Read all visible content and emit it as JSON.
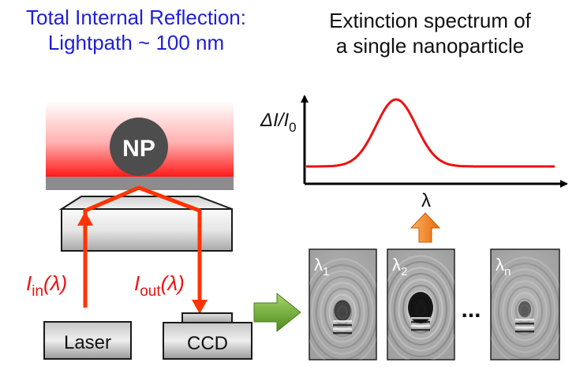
{
  "titles": {
    "left_line1": "Total Internal Reflection:",
    "left_line2": "Lightpath ~ 100 nm",
    "right_line1": "Extinction spectrum of",
    "right_line2": "a single nanoparticle"
  },
  "setup": {
    "particle": "NP",
    "laser": "Laser",
    "detector": "CCD",
    "i_in": {
      "base": "I",
      "sub": "in",
      "arg": "(λ)"
    },
    "i_out": {
      "base": "I",
      "sub": "out",
      "arg": "(λ)"
    }
  },
  "spectrum": {
    "y_label": {
      "main": "ΔI/I",
      "sub": "0"
    },
    "x_label": "λ"
  },
  "frames": [
    {
      "label": "λ",
      "sub": "1"
    },
    {
      "label": "λ",
      "sub": "2"
    },
    {
      "label": "λ",
      "sub": "n"
    }
  ],
  "ellipsis": "...",
  "colors": {
    "title_left": "#1f1fd6",
    "beam": "#ff3300",
    "label_red": "#ee1111",
    "spectrum_line": "#ee1111",
    "np_fill": "#4d4d4d",
    "orange_arrow": "#f07c1a",
    "green_arrow": "#6aa52b"
  }
}
